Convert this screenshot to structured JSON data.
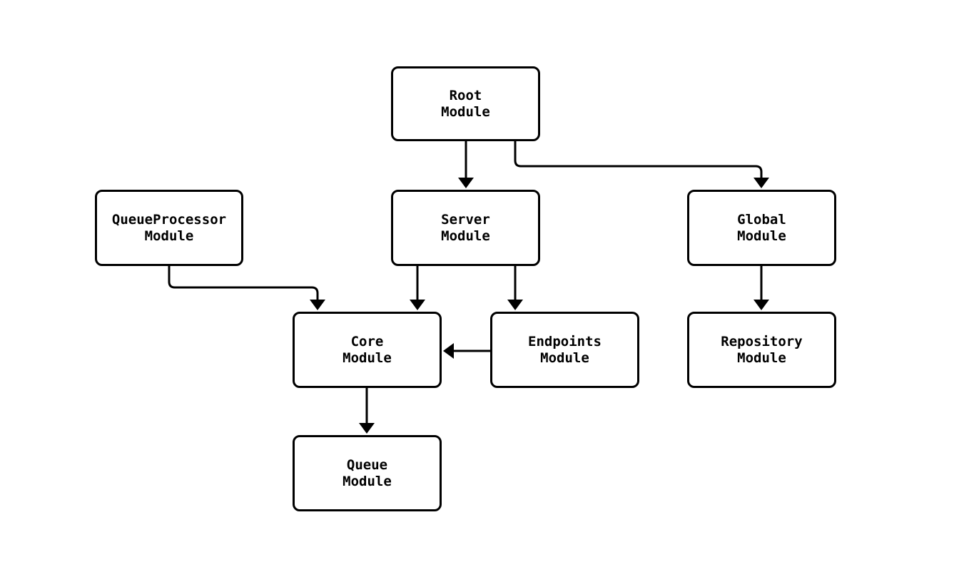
{
  "diagram": {
    "background_color": "#ffffff",
    "stroke_color": "#000000",
    "node_fill_color": "#ffffff",
    "nodes": [
      {
        "id": "root",
        "label": "Root\nModule"
      },
      {
        "id": "queueprocessor",
        "label": "QueueProcessor\nModule"
      },
      {
        "id": "server",
        "label": "Server\nModule"
      },
      {
        "id": "global",
        "label": "Global\nModule"
      },
      {
        "id": "core",
        "label": "Core\nModule"
      },
      {
        "id": "endpoints",
        "label": "Endpoints\nModule"
      },
      {
        "id": "repository",
        "label": "Repository\nModule"
      },
      {
        "id": "queue",
        "label": "Queue\nModule"
      }
    ],
    "edges": [
      {
        "from": "root",
        "to": "server"
      },
      {
        "from": "root",
        "to": "global"
      },
      {
        "from": "queueprocessor",
        "to": "core"
      },
      {
        "from": "server",
        "to": "core"
      },
      {
        "from": "server",
        "to": "endpoints"
      },
      {
        "from": "endpoints",
        "to": "core"
      },
      {
        "from": "global",
        "to": "repository"
      },
      {
        "from": "core",
        "to": "queue"
      }
    ]
  }
}
